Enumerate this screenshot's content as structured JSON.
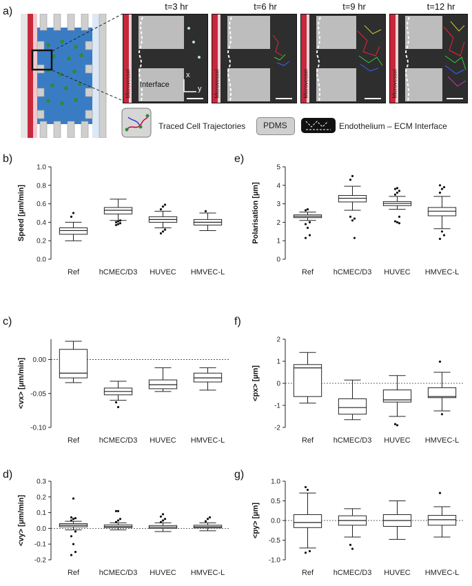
{
  "panel_labels": [
    "a)",
    "b)",
    "c)",
    "d)",
    "e)",
    "f)",
    "g)"
  ],
  "timepoints": [
    "t=3 hr",
    "t=6 hr",
    "t=9 hr",
    "t=12 hr"
  ],
  "micro_labels": {
    "microvessel": "Microvessel",
    "interface": "Interface",
    "axis_x": "x",
    "axis_y": "y"
  },
  "legend": {
    "trajectories": "Traced Cell Trajectories",
    "pdms": "PDMS",
    "interface": "Endothelium – ECM Interface"
  },
  "colors": {
    "device_blue": "#3a7cc4",
    "vessel_red": "#c8283c",
    "pdms_gray": "#cfcfcf",
    "micro_dark": "#2e2e2e"
  },
  "chart_data": [
    {
      "id": "b",
      "type": "box",
      "ylabel": "Speed [µm/min]",
      "categories": [
        "Ref",
        "hCMEC/D3",
        "HUVEC",
        "HMVEC-L"
      ],
      "ylim": [
        0,
        1.0
      ],
      "yticks": [
        0,
        0.2,
        0.4,
        0.6,
        0.8,
        1.0
      ],
      "ytick_labels": [
        "0.0",
        "0.2",
        "0.4",
        "0.6",
        "0.8",
        "1.0"
      ],
      "zero_line": false,
      "boxes": [
        {
          "min": 0.2,
          "q1": 0.27,
          "median": 0.31,
          "q3": 0.34,
          "max": 0.4,
          "outliers": [
            0.46,
            0.5
          ]
        },
        {
          "min": 0.42,
          "q1": 0.49,
          "median": 0.53,
          "q3": 0.56,
          "max": 0.65,
          "outliers": [
            0.37,
            0.38,
            0.39,
            0.4,
            0.41,
            0.42
          ]
        },
        {
          "min": 0.34,
          "q1": 0.4,
          "median": 0.43,
          "q3": 0.46,
          "max": 0.52,
          "outliers": [
            0.28,
            0.3,
            0.32,
            0.54,
            0.57,
            0.59
          ]
        },
        {
          "min": 0.31,
          "q1": 0.37,
          "median": 0.4,
          "q3": 0.43,
          "max": 0.5,
          "outliers": [
            0.52
          ]
        }
      ]
    },
    {
      "id": "c",
      "type": "box",
      "ylabel": "<vx> [µm/min]",
      "categories": [
        "Ref",
        "hCMEC/D3",
        "HUVEC",
        "HMVEC-L"
      ],
      "ylim": [
        -0.1,
        0.03
      ],
      "yticks": [
        -0.1,
        -0.05,
        0.0
      ],
      "ytick_labels": [
        "-0.10",
        "-0.05",
        "0.00"
      ],
      "zero_line": true,
      "boxes": [
        {
          "min": -0.034,
          "q1": -0.027,
          "median": -0.02,
          "q3": 0.015,
          "max": 0.027,
          "outliers": []
        },
        {
          "min": -0.06,
          "q1": -0.052,
          "median": -0.047,
          "q3": -0.042,
          "max": -0.032,
          "outliers": [
            -0.063,
            -0.07
          ]
        },
        {
          "min": -0.047,
          "q1": -0.043,
          "median": -0.037,
          "q3": -0.03,
          "max": -0.012,
          "outliers": []
        },
        {
          "min": -0.045,
          "q1": -0.033,
          "median": -0.027,
          "q3": -0.02,
          "max": -0.012,
          "outliers": []
        }
      ]
    },
    {
      "id": "d",
      "type": "box",
      "ylabel": "<vy> [µm/min]",
      "categories": [
        "Ref",
        "hCMEC/D3",
        "HUVEC",
        "HMVEC-L"
      ],
      "ylim": [
        -0.2,
        0.3
      ],
      "yticks": [
        -0.2,
        -0.1,
        0.0,
        0.1,
        0.2,
        0.3
      ],
      "ytick_labels": [
        "-0.2",
        "-0.1",
        "0.0",
        "0.1",
        "0.2",
        "0.3"
      ],
      "zero_line": true,
      "boxes": [
        {
          "min": -0.01,
          "q1": 0.01,
          "median": 0.02,
          "q3": 0.03,
          "max": 0.045,
          "outliers": [
            0.05,
            0.06,
            0.065,
            0.07,
            0.19,
            -0.02,
            -0.05,
            -0.1,
            -0.15,
            -0.17
          ]
        },
        {
          "min": -0.01,
          "q1": 0.005,
          "median": 0.012,
          "q3": 0.022,
          "max": 0.035,
          "outliers": [
            0.04,
            0.05,
            0.06,
            0.11,
            0.11
          ]
        },
        {
          "min": -0.02,
          "q1": 0.0,
          "median": 0.008,
          "q3": 0.018,
          "max": 0.035,
          "outliers": [
            0.04,
            0.05,
            0.06,
            0.075,
            0.09
          ]
        },
        {
          "min": -0.015,
          "q1": 0.003,
          "median": 0.01,
          "q3": 0.02,
          "max": 0.035,
          "outliers": [
            0.045,
            0.06,
            0.07
          ]
        }
      ]
    },
    {
      "id": "e",
      "type": "box",
      "ylabel": "Polarisation [µm]",
      "categories": [
        "Ref",
        "hCMEC/D3",
        "HUVEC",
        "HMVEC-L"
      ],
      "ylim": [
        0,
        5
      ],
      "yticks": [
        0,
        1,
        2,
        3,
        4,
        5
      ],
      "ytick_labels": [
        "0",
        "1",
        "2",
        "3",
        "4",
        "5"
      ],
      "zero_line": false,
      "boxes": [
        {
          "min": 2.1,
          "q1": 2.25,
          "median": 2.32,
          "q3": 2.4,
          "max": 2.55,
          "outliers": [
            2.65,
            2.7,
            2.0,
            1.9,
            1.7,
            1.3,
            1.15
          ]
        },
        {
          "min": 2.65,
          "q1": 3.1,
          "median": 3.3,
          "q3": 3.45,
          "max": 3.95,
          "outliers": [
            4.3,
            4.5,
            2.2,
            2.3,
            2.1,
            1.15
          ]
        },
        {
          "min": 2.7,
          "q1": 2.9,
          "median": 3.02,
          "q3": 3.12,
          "max": 3.4,
          "outliers": [
            3.5,
            3.6,
            3.7,
            3.8,
            3.85,
            2.3,
            2.05,
            2.0,
            1.95
          ]
        },
        {
          "min": 1.65,
          "q1": 2.35,
          "median": 2.6,
          "q3": 2.8,
          "max": 3.4,
          "outliers": [
            3.6,
            3.8,
            3.9,
            4.0,
            1.5,
            1.3,
            1.1
          ]
        }
      ]
    },
    {
      "id": "f",
      "type": "box",
      "ylabel": "<px> [µm]",
      "categories": [
        "Ref",
        "hCMEC/D3",
        "HUVEC",
        "HMVEC-L"
      ],
      "ylim": [
        -2,
        2
      ],
      "yticks": [
        -2,
        -1,
        0,
        1,
        2
      ],
      "ytick_labels": [
        "-2",
        "-1",
        "0",
        "1",
        "2"
      ],
      "zero_line": true,
      "boxes": [
        {
          "min": -0.9,
          "q1": -0.6,
          "median": 0.7,
          "q3": 0.85,
          "max": 1.4,
          "outliers": []
        },
        {
          "min": -1.65,
          "q1": -1.4,
          "median": -1.1,
          "q3": -0.7,
          "max": 0.15,
          "outliers": []
        },
        {
          "min": -1.5,
          "q1": -0.85,
          "median": -0.75,
          "q3": -0.3,
          "max": 0.35,
          "outliers": [
            -1.85,
            -1.9
          ]
        },
        {
          "min": -1.25,
          "q1": -0.65,
          "median": -0.6,
          "q3": -0.2,
          "max": 0.5,
          "outliers": [
            0.98,
            -1.4
          ]
        }
      ]
    },
    {
      "id": "g",
      "type": "box",
      "ylabel": "<py> [µm]",
      "categories": [
        "Ref",
        "hCMEC/D3",
        "HUVEC",
        "HMVEC-L"
      ],
      "ylim": [
        -1.0,
        1.0
      ],
      "yticks": [
        -1.0,
        -0.5,
        0.0,
        0.5,
        1.0
      ],
      "ytick_labels": [
        "-1.0",
        "-0.5",
        "0.0",
        "0.5",
        "1.0"
      ],
      "zero_line": true,
      "boxes": [
        {
          "min": -0.7,
          "q1": -0.18,
          "median": -0.05,
          "q3": 0.15,
          "max": 0.7,
          "outliers": [
            0.85,
            0.78,
            -0.78,
            -0.82
          ]
        },
        {
          "min": -0.42,
          "q1": -0.12,
          "median": 0.0,
          "q3": 0.12,
          "max": 0.3,
          "outliers": [
            -0.62,
            -0.72
          ]
        },
        {
          "min": -0.48,
          "q1": -0.15,
          "median": 0.0,
          "q3": 0.15,
          "max": 0.5,
          "outliers": []
        },
        {
          "min": -0.42,
          "q1": -0.12,
          "median": 0.02,
          "q3": 0.13,
          "max": 0.35,
          "outliers": [
            0.7
          ]
        }
      ]
    }
  ]
}
